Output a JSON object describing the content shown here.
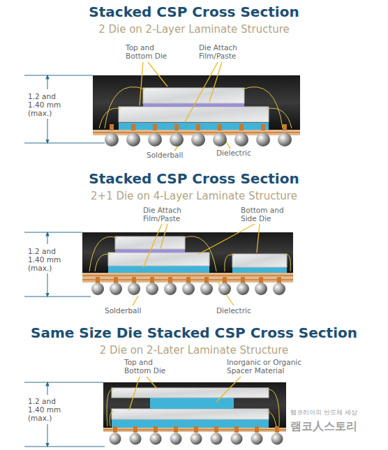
{
  "diagram": {
    "labels": [
      "Stacked CSP Cross Section",
      "2 Die on 2-Layer Laminate Structure",
      "Top and Bottom Die",
      "Die Attach Film/Paste",
      "1.2 and 1.40 mm (max.)",
      "Solderball",
      "Dielectric",
      "Stacked CSP Cross Section",
      "2+1 Die on 4-Layer Laminate Structure",
      "Die Attach Film/Paste",
      "Bottom and Side Die",
      "1.2 and 1.40 mm (max.)",
      "Solderball",
      "Dielectric",
      "Same Size Die Stacked CSP Cross Section",
      "2 Die on 2-Later Laminate Structure",
      "Top and Bottom Die",
      "Inorganic or Organic Spacer Material",
      "1.2 and 1.40 mm (max.)",
      "램코리아의 반도체 세상",
      "램코人스토리"
    ]
  }
}
